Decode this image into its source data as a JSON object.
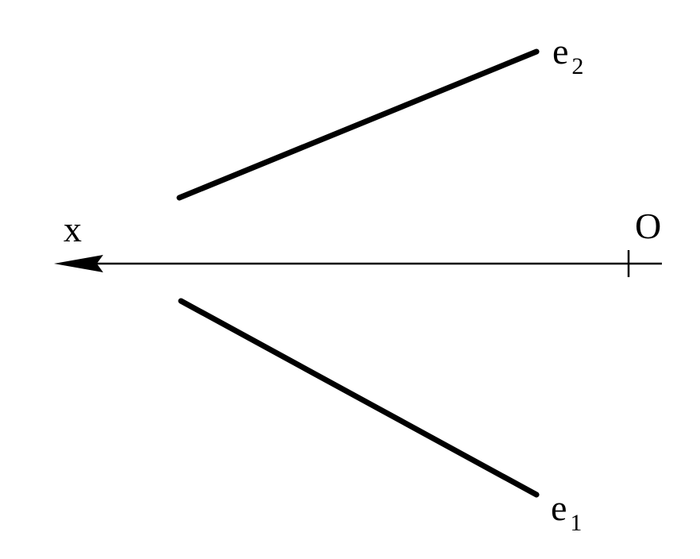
{
  "diagram": {
    "axis": {
      "label": "x",
      "origin_label": "O",
      "color": "#000000"
    },
    "segments": {
      "upper": {
        "base": "e",
        "subscript": "2"
      },
      "lower": {
        "base": "e",
        "subscript": "1"
      }
    },
    "stroke_color": "#000000",
    "background": "#ffffff"
  }
}
